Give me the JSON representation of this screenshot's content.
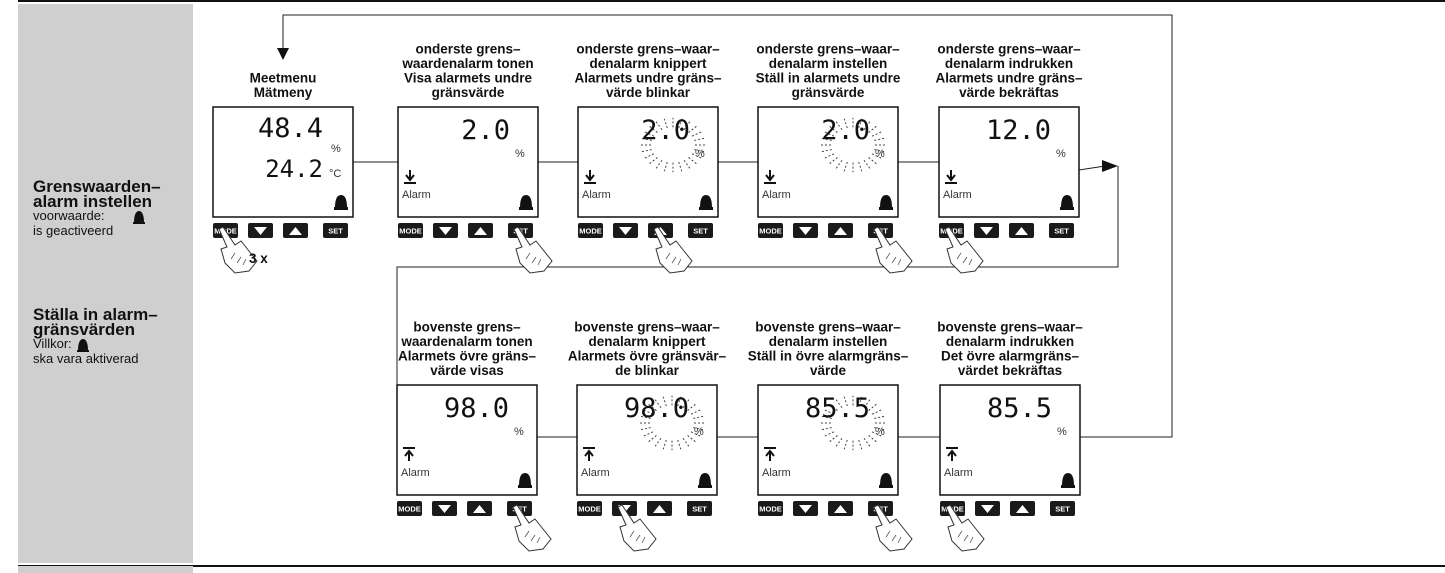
{
  "sidebar": {
    "section1": {
      "title_line1": "Grenswaarden–",
      "title_line2": "alarm instellen",
      "line1": "voorwaarde:",
      "line2": "is geactiveerd"
    },
    "section2": {
      "title_line1": "Ställa in alarm–",
      "title_line2": "gränsvärden",
      "line1": "Villkor:",
      "line2": "ska vara aktiverad"
    }
  },
  "icons": {
    "bell": "bell-icon",
    "alarm_low": "alarm-low-icon",
    "alarm_high": "alarm-high-icon",
    "press": "hand-press-icon"
  },
  "buttons": {
    "mode": "MODE",
    "set": "SET"
  },
  "press_count": "3 x",
  "units": {
    "percent": "%",
    "celsius": "°C"
  },
  "alarm_label": "Alarm",
  "screens": [
    {
      "label": [
        "Meetmenu",
        "Mätmeny"
      ],
      "value": "48.4",
      "value2": "24.2"
    },
    {
      "label": [
        "onderste grens–",
        "waardenalarm tonen",
        "Visa alarmets undre",
        "gränsvärde"
      ],
      "value": "2.0"
    },
    {
      "label": [
        "onderste grens–waar–",
        "denalarm knippert",
        "Alarmets undre gräns–",
        "värde blinkar"
      ],
      "value": "2.0"
    },
    {
      "label": [
        "onderste grens–waar–",
        "denalarm instellen",
        "Ställ in alarmets undre",
        "gränsvärde"
      ],
      "value": "2.0"
    },
    {
      "label": [
        "onderste grens–waar–",
        "denalarm indrukken",
        "Alarmets undre gräns–",
        "värde bekräftas"
      ],
      "value": "12.0"
    },
    {
      "label": [
        "bovenste grens–",
        "waardenalarm tonen",
        "Alarmets övre gräns–",
        "värde visas"
      ],
      "value": "98.0"
    },
    {
      "label": [
        "bovenste grens–waar–",
        "denalarm knippert",
        "Alarmets övre gränsvär–",
        "de blinkar"
      ],
      "value": "98.0"
    },
    {
      "label": [
        "bovenste grens–waar–",
        "denalarm instellen",
        "Ställ in övre alarmgräns–",
        "värde"
      ],
      "value": "85.5"
    },
    {
      "label": [
        "bovenste grens–waar–",
        "denalarm indrukken",
        "Det övre alarmgräns–",
        "värdet bekräftas"
      ],
      "value": "85.5"
    }
  ]
}
